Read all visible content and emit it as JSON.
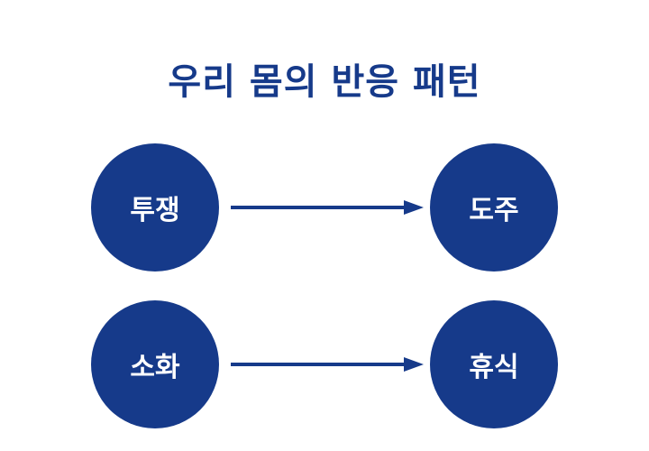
{
  "title": "우리 몸의 반응 패턴",
  "rows": [
    {
      "from": "투쟁",
      "to": "도주"
    },
    {
      "from": "소화",
      "to": "휴식"
    }
  ],
  "colors": {
    "primary": "#163a8a",
    "node_text": "#ffffff",
    "background": "#ffffff"
  }
}
